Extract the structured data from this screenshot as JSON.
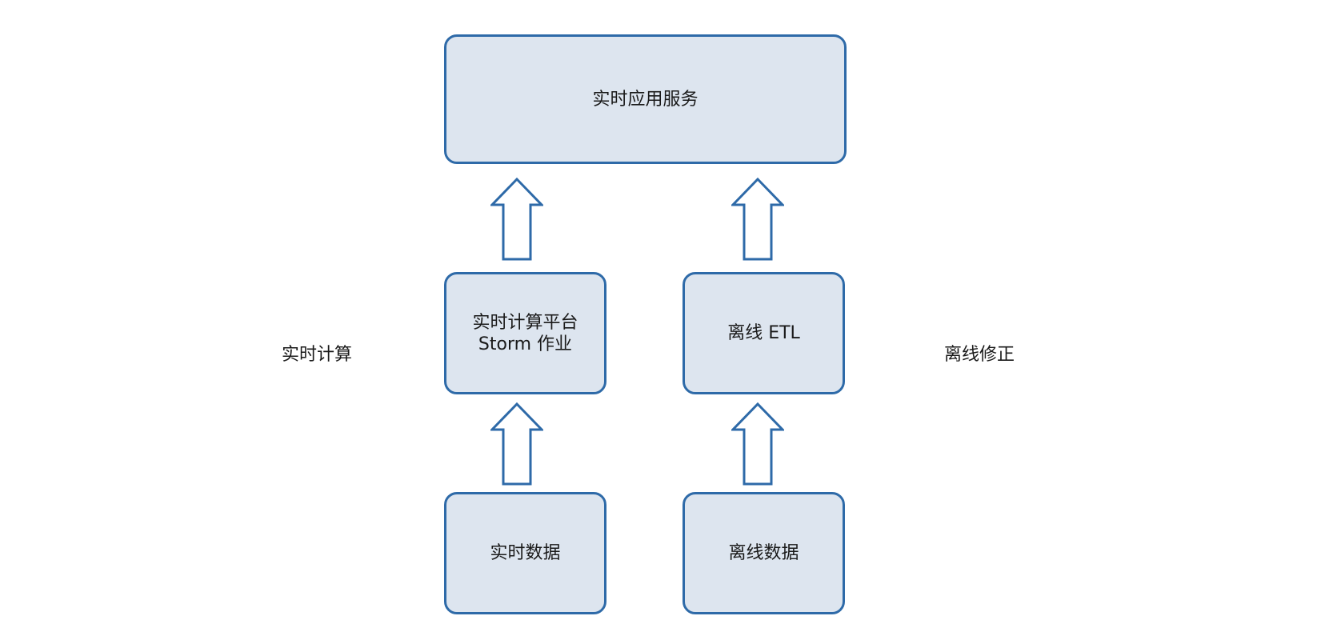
{
  "diagram": {
    "top_box": {
      "label": "实时应用服务"
    },
    "realtime_compute_box": {
      "line1": "实时计算平台",
      "line2": "Storm 作业"
    },
    "offline_etl_box": {
      "label": "离线 ETL"
    },
    "realtime_data_box": {
      "label": "实时数据"
    },
    "offline_data_box": {
      "label": "离线数据"
    },
    "left_label": "实时计算",
    "right_label": "离线修正",
    "colors": {
      "box_fill": "#dde5ef",
      "box_border": "#2e6aa8",
      "arrow_fill": "#ffffff",
      "arrow_stroke": "#2e6aa8"
    }
  }
}
